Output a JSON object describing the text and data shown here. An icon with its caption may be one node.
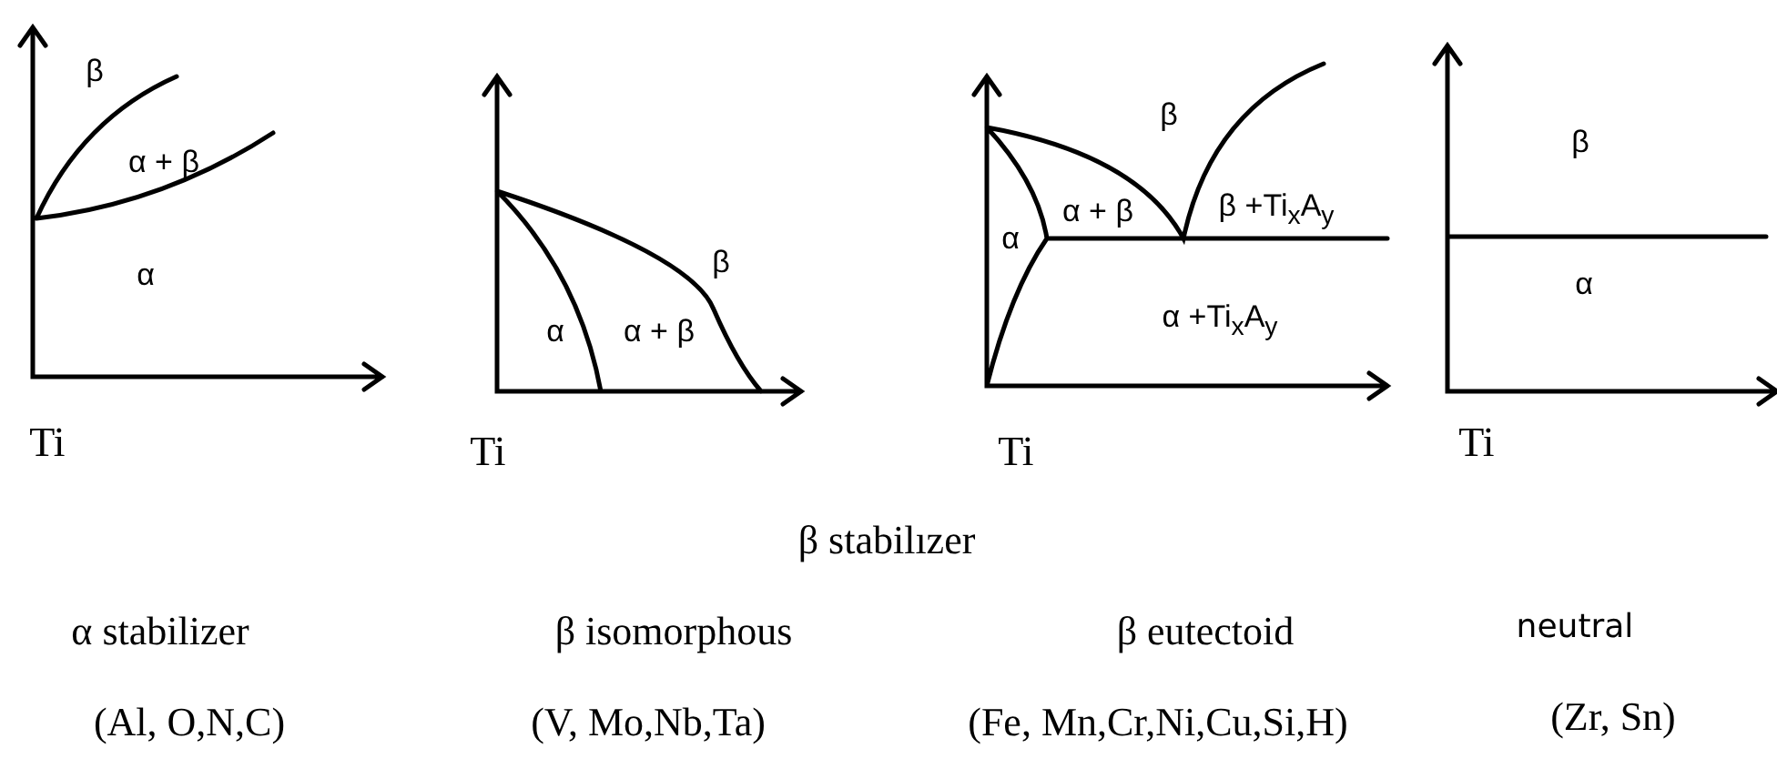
{
  "diagram": {
    "labels": [
      "β",
      "α + β",
      "α",
      "β",
      "α",
      "α + β",
      "β",
      "α + β",
      "β +Ti$_{x}$A$_{y}$",
      "α",
      "α +Ti$_{x}$A$_{y}$",
      "β",
      "α",
      "Ti",
      "Ti",
      "Ti",
      "Ti",
      "β stabilızer",
      "α stabilizer",
      "β isomorphous",
      "β eutectoid",
      "neutral",
      "(Al, O,N,C)",
      "(V, Mo,Nb,Ta)",
      "(Fe, Mn,Cr,Ni,Cu,Si,H)",
      "(Zr, Sn)"
    ]
  }
}
